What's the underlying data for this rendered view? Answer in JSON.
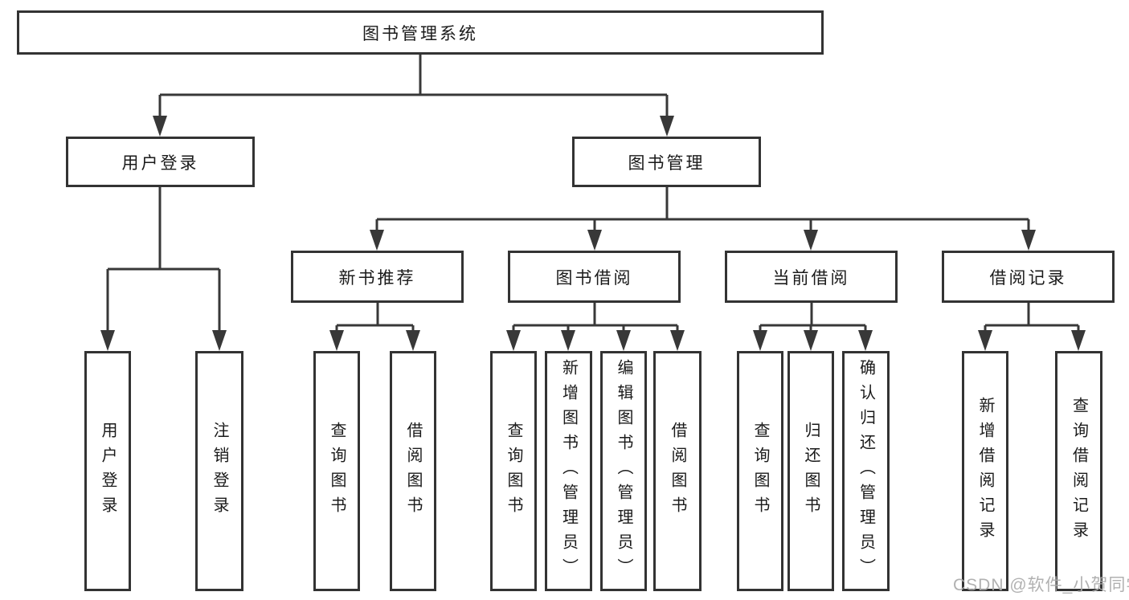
{
  "diagram": {
    "title": {
      "label": "图书管理系统"
    },
    "level2": [
      {
        "label": "用户登录"
      },
      {
        "label": "图书管理"
      }
    ],
    "level3": [
      {
        "label": "新书推荐"
      },
      {
        "label": "图书借阅"
      },
      {
        "label": "当前借阅"
      },
      {
        "label": "借阅记录"
      }
    ],
    "leaves": {
      "login": [
        "用户登录",
        "注销登录"
      ],
      "recommend": [
        "查询图书",
        "借阅图书"
      ],
      "borrow": [
        "查询图书",
        "新增图书（管理员）",
        "编辑图书（管理员）",
        "借阅图书"
      ],
      "current": [
        "查询图书",
        "归还图书",
        "确认归还（管理员）"
      ],
      "records": [
        "新增借阅记录",
        "查询借阅记录"
      ]
    },
    "colors": {
      "line": "#383838",
      "box_border": "#333333",
      "text": "#1a1a1a",
      "watermark": "#ababab",
      "background": "#ffffff"
    }
  },
  "watermark": {
    "text": "CSDN @软件_小贺同学"
  }
}
